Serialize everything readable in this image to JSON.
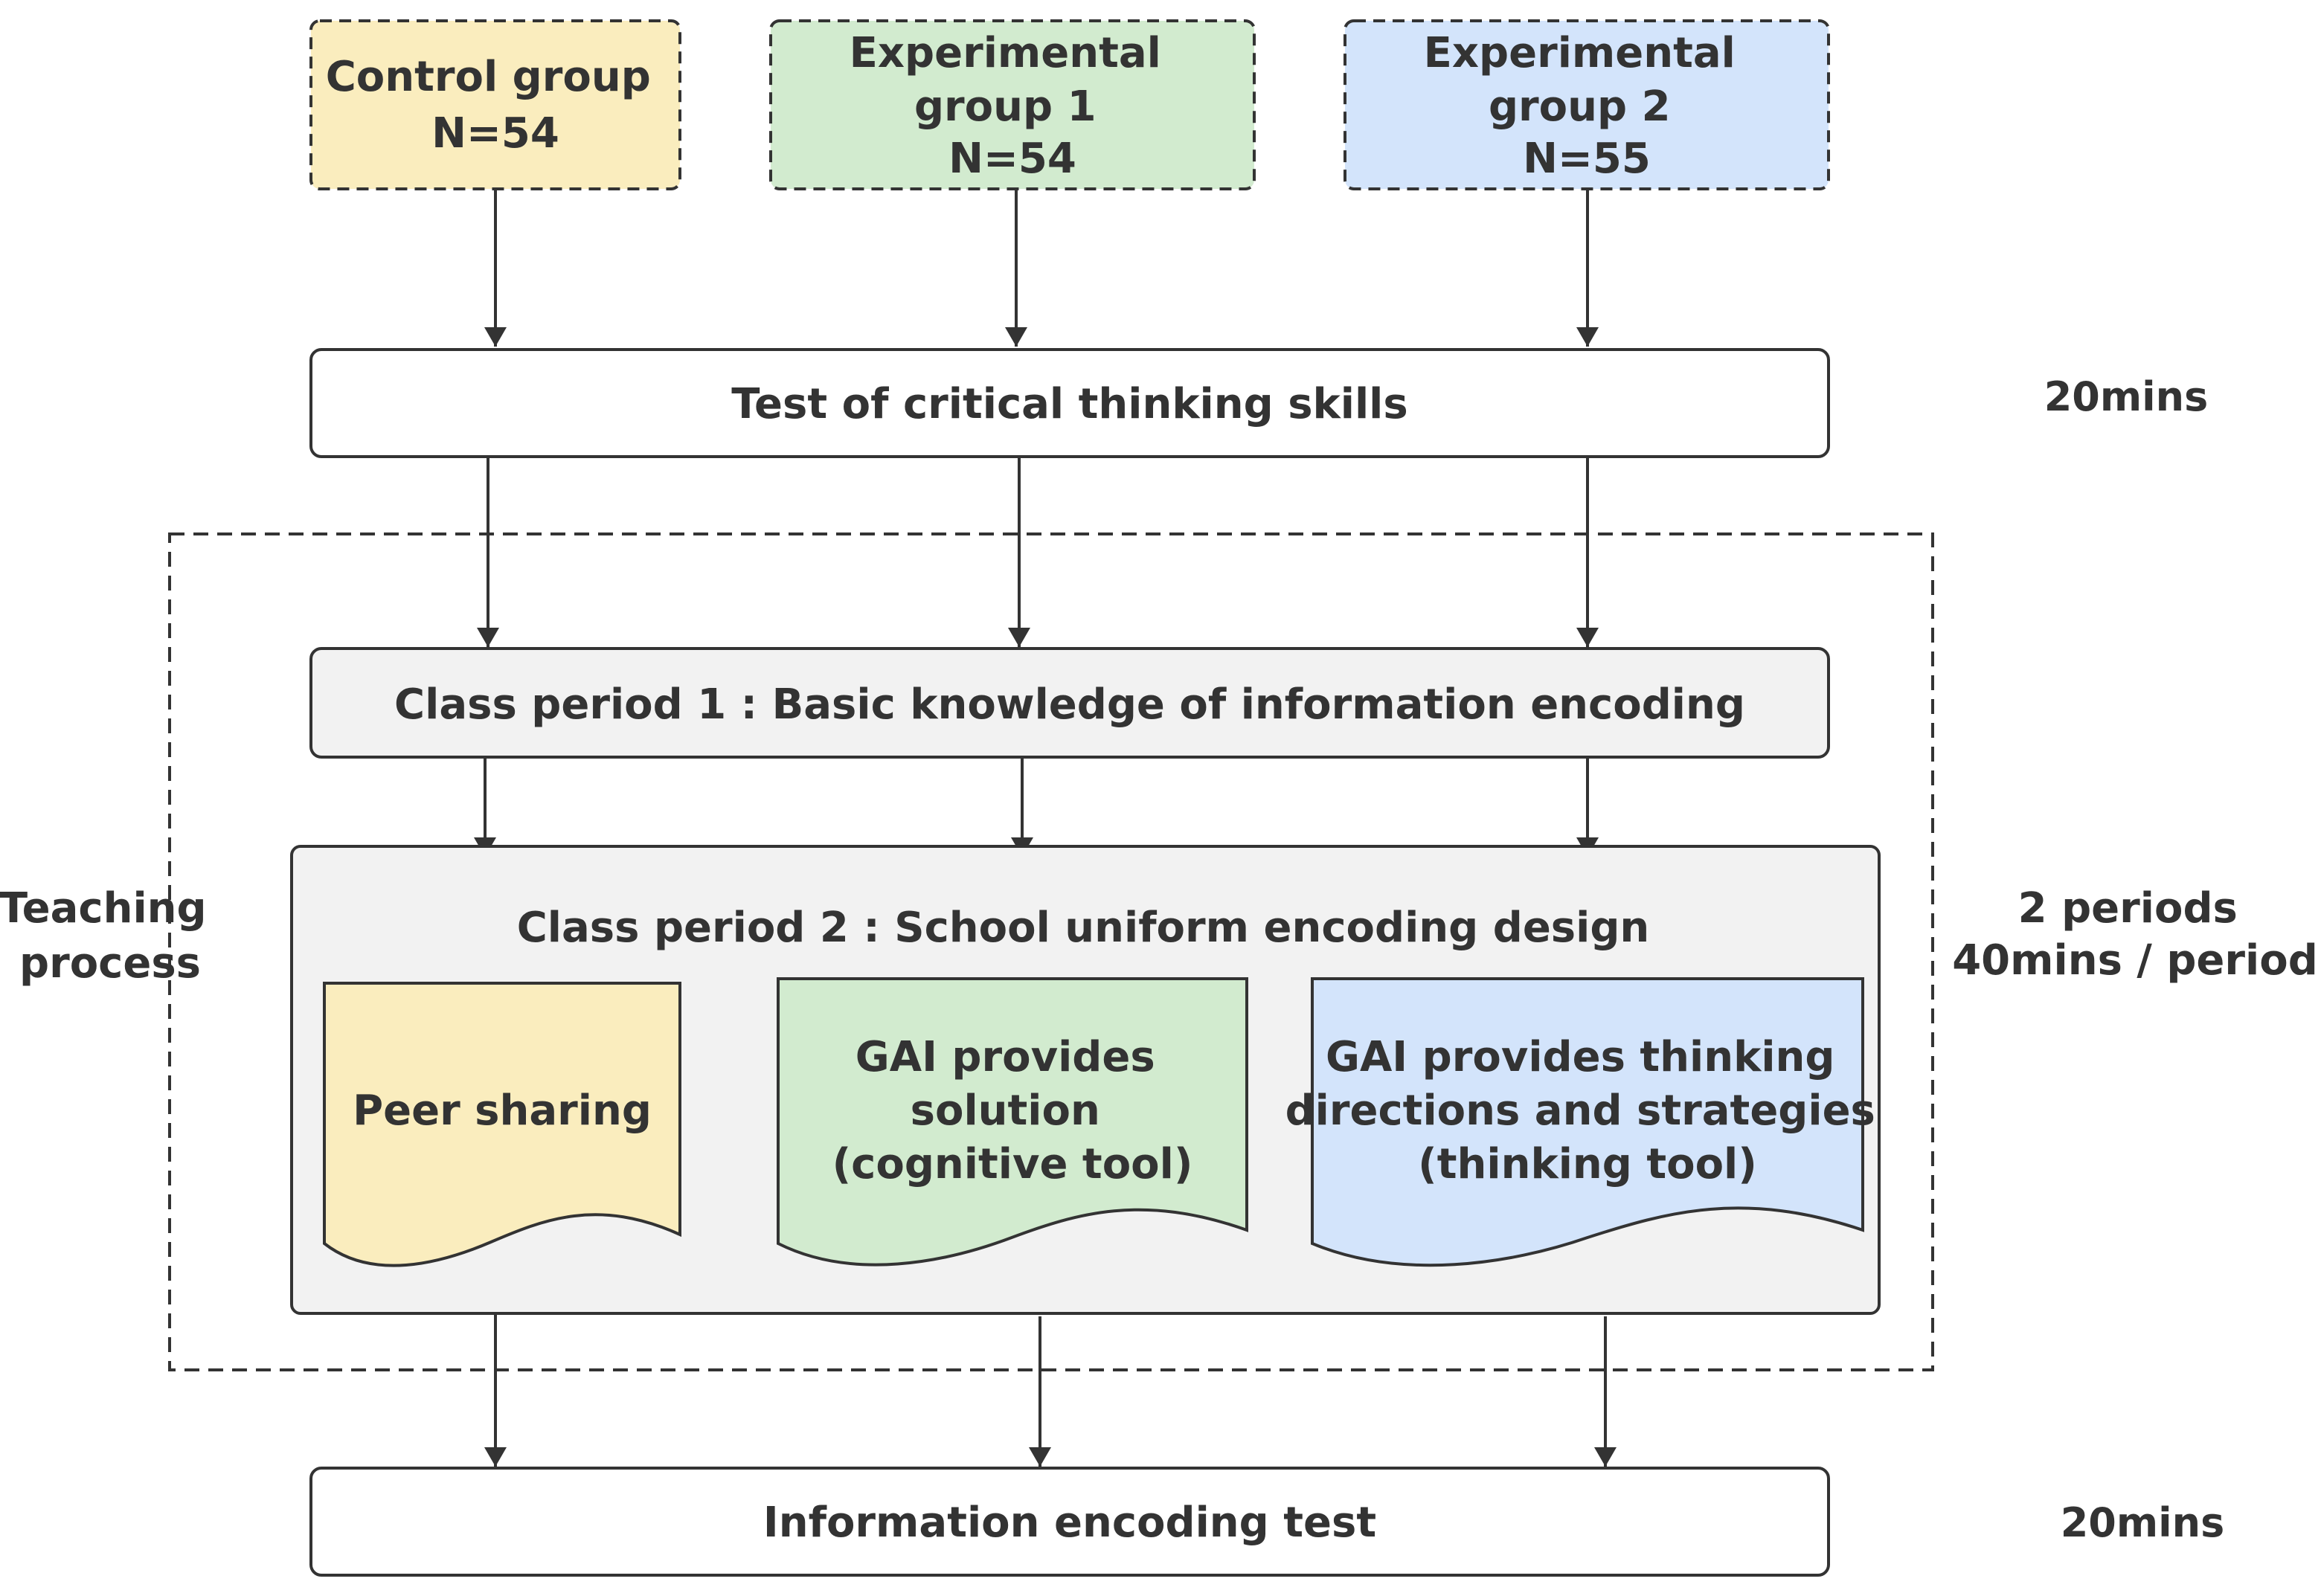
{
  "groups": [
    {
      "lines": [
        "Control group",
        "N=54"
      ],
      "fill": "#FAEDBE"
    },
    {
      "lines": [
        "Experimental",
        "group 1",
        "N=54"
      ],
      "fill": "#D2EBCF"
    },
    {
      "lines": [
        "Experimental",
        "group 2",
        "N=55"
      ],
      "fill": "#D3E4FB"
    }
  ],
  "pretest": {
    "label": "Test of critical thinking skills",
    "time": "20mins"
  },
  "teaching": {
    "side_label": [
      "Teaching",
      "process"
    ],
    "time": [
      "2 periods",
      "40mins / period"
    ],
    "period1": "Class period 1 : Basic knowledge of information encoding",
    "period2": "Class period 2 : School uniform encoding design",
    "activities": [
      {
        "lines": [
          "Peer sharing"
        ],
        "fill": "#FAEDBE"
      },
      {
        "lines": [
          "GAI provides",
          "solution",
          "(cognitive tool)"
        ],
        "fill": "#D2EBCF"
      },
      {
        "lines": [
          "GAI provides thinking",
          "directions and strategies",
          "(thinking tool)"
        ],
        "fill": "#D3E4FB"
      }
    ]
  },
  "posttest": {
    "label": "Information encoding test",
    "time": "20mins"
  },
  "colors": {
    "stroke": "#333333",
    "panel": "#F2F2F2",
    "box": "#FFFFFF"
  }
}
